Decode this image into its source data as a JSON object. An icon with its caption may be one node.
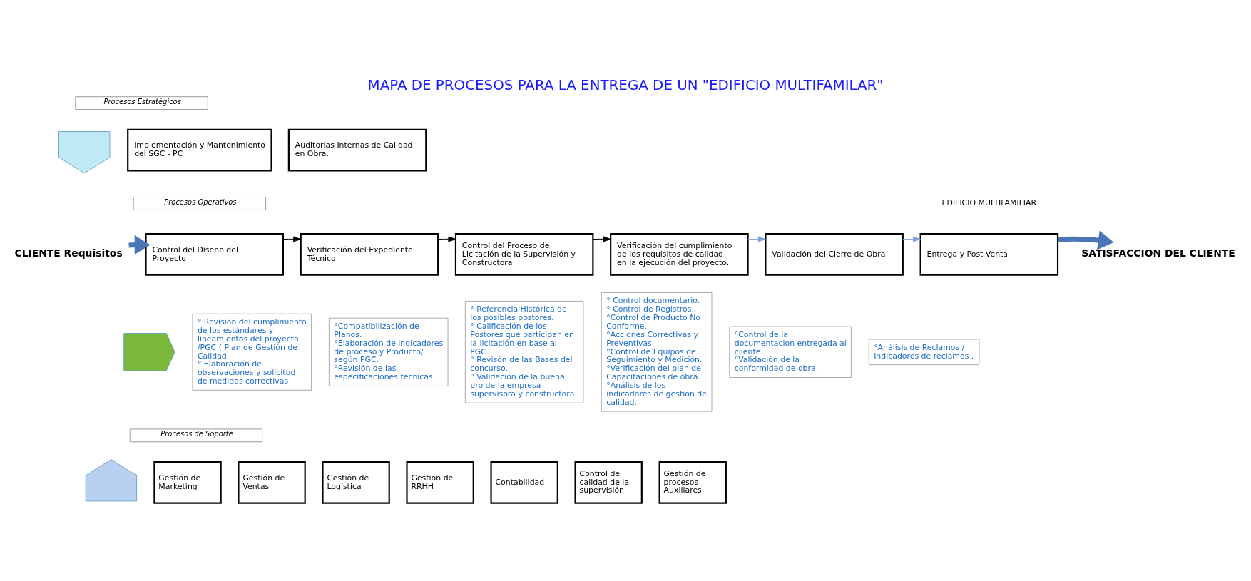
{
  "diagram": {
    "title": "MAPA DE PROCESOS PARA LA ENTREGA DE UN \"EDIFICIO MULTIFAMILAR\"",
    "nodes": [
      {
        "text": [
          "Procesos Estratégicos"
        ]
      },
      {
        "text": [],
        "shape": "pentagon"
      },
      {
        "text": [
          "Implementación y Mantenimiento del SGC - PC"
        ]
      },
      {
        "text": [
          "Auditorias Internas de Calidad en Obra."
        ]
      },
      {
        "text": [
          "Procesos Operativos"
        ]
      },
      {
        "text": [
          "CLIENTE Requisitos"
        ]
      },
      {
        "text": [
          "Control del Diseño del Proyecto"
        ]
      },
      {
        "text": [
          "Verificación del Expediente Técnico"
        ]
      },
      {
        "text": [
          "Control del Proceso de Licitación de la Supervisión y Constructora"
        ]
      },
      {
        "text": [
          "Verificación del cumplimiento de los requisitos de calidad en la ejecución del proyecto."
        ]
      },
      {
        "text": [
          "Validación del Cierre de Obra"
        ]
      },
      {
        "text": [
          "Entrega y Post Venta"
        ]
      },
      {
        "text": [
          "SATISFACCION DEL CLIENTE"
        ]
      },
      {
        "text": [],
        "shape": "arrow"
      },
      {
        "text": [
          "° Revisión del cumplimiento de los estándares y lineamientos del proyecto /PGC ( Plan de Gestión de Calidad.",
          "° Elaboración de observaciones y solicitud de medidas correctivas"
        ]
      },
      {
        "text": [
          "°Compatibilización de Planos.",
          "°Elaboración de indicadores de proceso y Producto/ según PGC.",
          "°Revisión de las especificaciones técnicas."
        ]
      },
      {
        "text": [
          "° Referencia Histórica de los posibles postores.",
          "° Calificación de los Postores que participan en la licitación en base al PGC.",
          "° Revisón de las Bases del concurso.",
          "° Validación de la buena pro de la empresa supervisora y constructora."
        ]
      },
      {
        "text": [
          "° Control documentario.",
          "° Control de Registros.",
          "°Control de Producto No Conforme.",
          "°Acciones Correctivas y Preventivas.",
          "°Control de Equipos de Seguimiento y Medición.",
          "°Verificación del plan de Capacitaciones de obra.",
          "°Análisis de los indicadores de gestión de calidad."
        ]
      },
      {
        "text": [
          "°Control de la documentacion entregada al cliente.",
          "°Validación de la conformidad de obra."
        ]
      },
      {
        "text": [
          "°Análisis de Reclamos / Indicadores de reclamos ."
        ]
      },
      {
        "text": [
          "Procesos de Soporte"
        ]
      },
      {
        "text": [],
        "shape": "pentagon"
      },
      {
        "text": [
          "Gestión de Marketing"
        ]
      },
      {
        "text": [
          "Gestión de Ventas"
        ]
      },
      {
        "text": [
          "Gestión de Logística"
        ]
      },
      {
        "text": [
          "Gestión de RRHH"
        ]
      },
      {
        "text": [
          "Contabilidad"
        ]
      },
      {
        "text": [
          "Control de calidad de la supervisión"
        ]
      },
      {
        "text": [
          "Gestión de procesos Auxiliares"
        ]
      }
    ],
    "edges": [
      {
        "from": 5,
        "to": 6,
        "arrow": "to",
        "style": "thick",
        "color": "#4a76b8"
      },
      {
        "from": 6,
        "to": 7,
        "arrow": "to"
      },
      {
        "from": 7,
        "to": 8,
        "arrow": "to"
      },
      {
        "from": 8,
        "to": 9,
        "arrow": "to"
      },
      {
        "from": 9,
        "to": 10,
        "arrow": "to",
        "color": "#7fa3d6"
      },
      {
        "from": 10,
        "to": 11,
        "arrow": "to",
        "color": "#7fa3d6"
      },
      {
        "from": 11,
        "to": 12,
        "arrow": "to",
        "style": "thick",
        "color": "#4a76b8"
      }
    ],
    "labels": [
      "EDIFICIO MULTIFAMILIAR"
    ]
  }
}
